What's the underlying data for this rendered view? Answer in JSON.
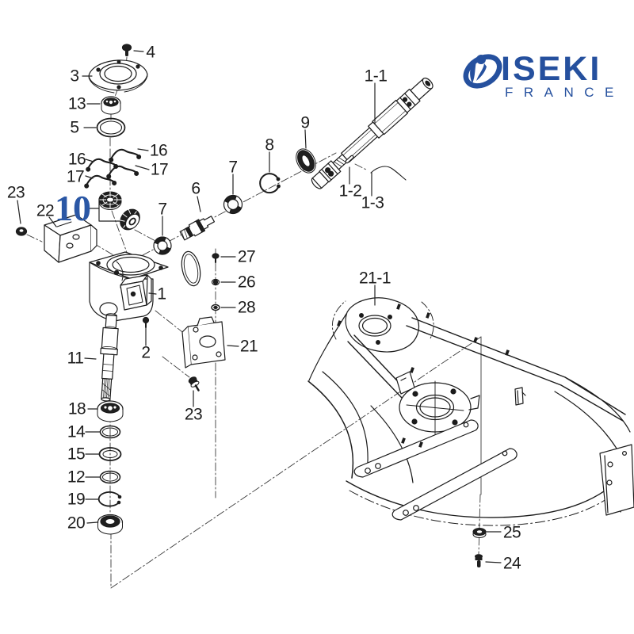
{
  "logo": {
    "brand": "ISEKI",
    "region": "FRANCE",
    "color": "#25509e"
  },
  "diagram": {
    "type": "exploded-parts-diagram",
    "highlighted_part": {
      "number": "10",
      "color": "#2a57a5"
    }
  },
  "labels": {
    "l1": "1",
    "l1_1": "1-1",
    "l1_2": "1-2",
    "l1_3": "1-3",
    "l2": "2",
    "l3": "3",
    "l4": "4",
    "l5": "5",
    "l6": "6",
    "l7a": "7",
    "l7b": "7",
    "l8": "8",
    "l9": "9",
    "l10": "10",
    "l11": "11",
    "l12": "12",
    "l13": "13",
    "l14": "14",
    "l15": "15",
    "l16a": "16",
    "l16b": "16",
    "l17a": "17",
    "l17b": "17",
    "l18": "18",
    "l19": "19",
    "l20": "20",
    "l21": "21",
    "l21_1": "21-1",
    "l22": "22",
    "l23a": "23",
    "l23b": "23",
    "l24": "24",
    "l25": "25",
    "l26": "26",
    "l27": "27",
    "l28": "28"
  }
}
